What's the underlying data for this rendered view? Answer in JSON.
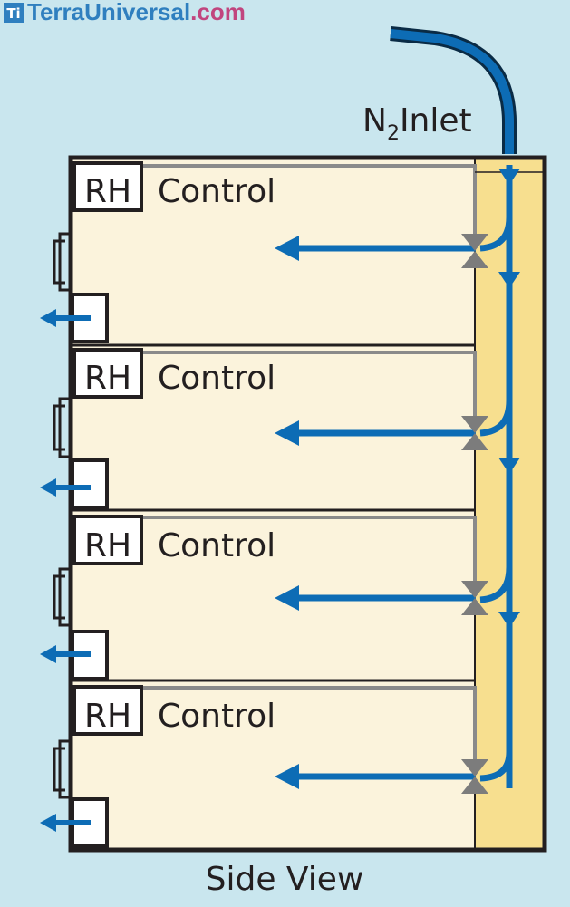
{
  "brand": {
    "mark": "Ti",
    "name_part1": "TerraUniversal",
    "name_part2": ".com",
    "name_color": "#2f7fbf",
    "tld_color": "#c1457e"
  },
  "inlet": {
    "n_symbol": "N",
    "subscript": "2",
    "word": "Inlet"
  },
  "chambers": [
    {
      "rh": "RH",
      "control": "Control"
    },
    {
      "rh": "RH",
      "control": "Control"
    },
    {
      "rh": "RH",
      "control": "Control"
    },
    {
      "rh": "RH",
      "control": "Control"
    }
  ],
  "caption": "Side View",
  "colors": {
    "background": "#c9e6ee",
    "chamber_fill": "#fbf3dc",
    "manifold_fill": "#f7df8f",
    "flow_blue": "#0d6cb5",
    "valve_gray": "#7c7c7c",
    "outline": "#231f20"
  }
}
